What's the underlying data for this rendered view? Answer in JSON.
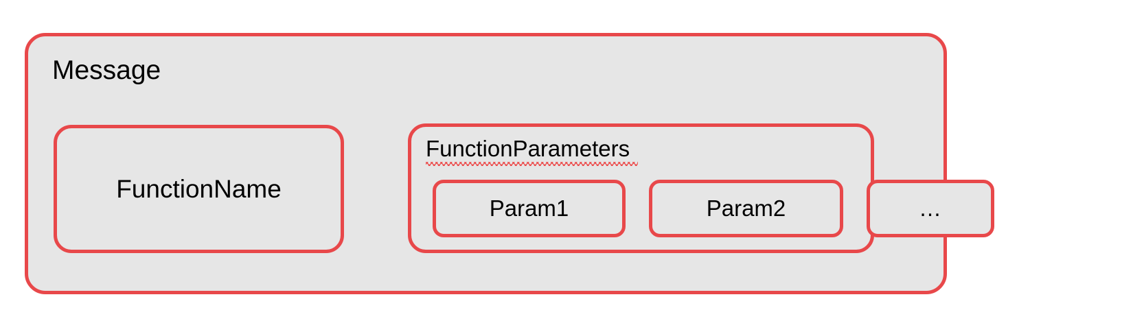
{
  "diagram": {
    "title": "Message",
    "colors": {
      "border": "#e8484a",
      "fill": "#e6e6e6",
      "canvas": "#ffffff",
      "text": "#000000",
      "squiggle": "#ec4a4a"
    },
    "message": {
      "label": "Message"
    },
    "function_name": {
      "label": "FunctionName"
    },
    "function_parameters": {
      "label": "FunctionParameters",
      "has_spellcheck_underline": true,
      "params": [
        {
          "label": "Param1"
        },
        {
          "label": "Param2"
        },
        {
          "label": "…"
        }
      ]
    }
  }
}
